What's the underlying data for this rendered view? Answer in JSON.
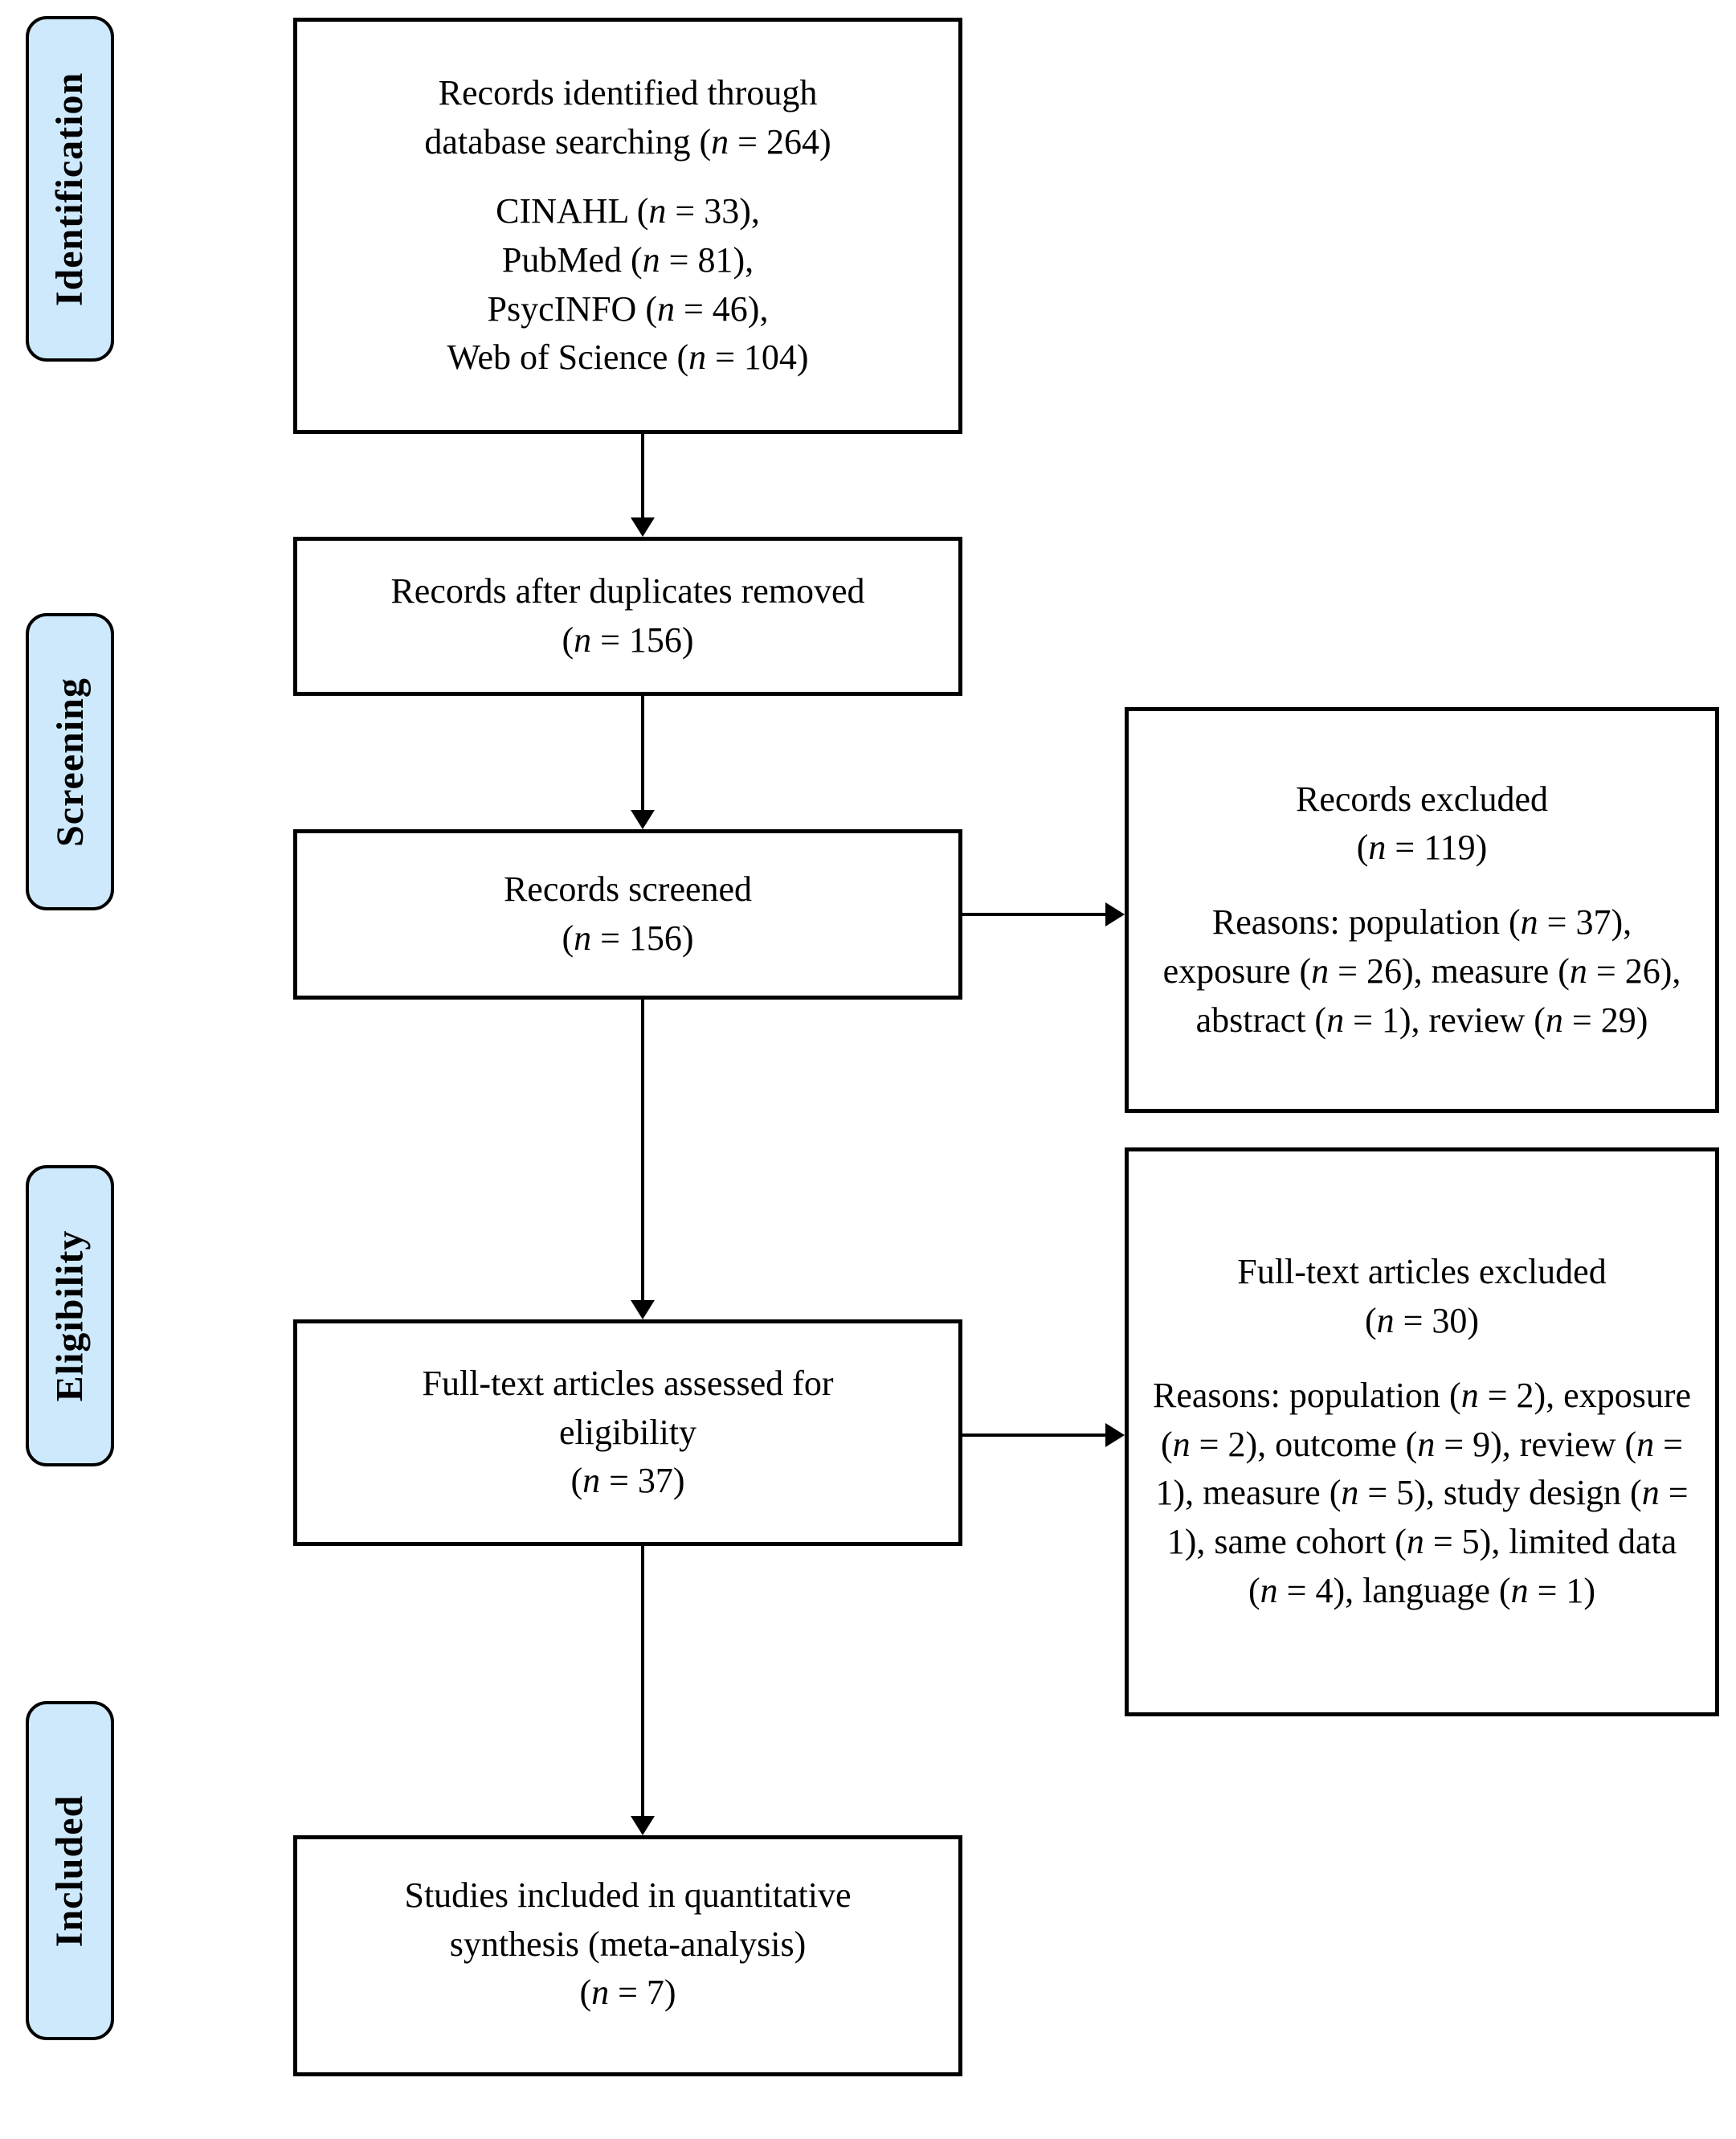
{
  "colors": {
    "stage_fill": "#cde9fb",
    "line_color": "#000000",
    "box_background": "#ffffff"
  },
  "stages": [
    {
      "label": "Identification"
    },
    {
      "label": "Screening"
    },
    {
      "label": "Eligibility"
    },
    {
      "label": "Included"
    }
  ],
  "flow": {
    "identified": {
      "title": [
        [
          "Records identified through"
        ],
        [
          "database searching (",
          {
            "i": "n"
          },
          " = 264)"
        ]
      ],
      "sources": [
        [
          "CINAHL (",
          {
            "i": "n"
          },
          " = 33),"
        ],
        [
          "PubMed (",
          {
            "i": "n"
          },
          " = 81),"
        ],
        [
          "PsycINFO (",
          {
            "i": "n"
          },
          " = 46),"
        ],
        [
          "Web of Science (",
          {
            "i": "n"
          },
          " = 104)"
        ]
      ]
    },
    "deduplicated": {
      "title": [
        [
          "Records after duplicates removed"
        ],
        [
          "(",
          {
            "i": "n"
          },
          " = 156)"
        ]
      ]
    },
    "screened": {
      "title": [
        [
          "Records screened"
        ],
        [
          "(",
          {
            "i": "n"
          },
          " = 156)"
        ]
      ]
    },
    "fulltext": {
      "title": [
        [
          "Full-text articles assessed for"
        ],
        [
          "eligibility"
        ],
        [
          "(",
          {
            "i": "n"
          },
          " = 37)"
        ]
      ]
    },
    "included": {
      "title": [
        [
          "Studies included in quantitative"
        ],
        [
          "synthesis (meta-analysis)"
        ],
        [
          "(",
          {
            "i": "n"
          },
          " = 7)"
        ]
      ]
    }
  },
  "exclusions": {
    "records": {
      "title": [
        [
          "Records excluded"
        ],
        [
          "(",
          {
            "i": "n"
          },
          " = 119)"
        ]
      ],
      "reasons": [
        "Reasons: population (",
        {
          "i": "n"
        },
        " = 37), exposure (",
        {
          "i": "n"
        },
        " = 26), measure (",
        {
          "i": "n"
        },
        " = 26), abstract (",
        {
          "i": "n"
        },
        " = 1), review (",
        {
          "i": "n"
        },
        " = 29)"
      ]
    },
    "fulltext": {
      "title": [
        [
          "Full-text articles excluded"
        ],
        [
          "(",
          {
            "i": "n"
          },
          " = 30)"
        ]
      ],
      "reasons": [
        "Reasons: population (",
        {
          "i": "n"
        },
        " = 2), exposure (",
        {
          "i": "n"
        },
        " = 2), outcome (",
        {
          "i": "n"
        },
        " = 9), review (",
        {
          "i": "n"
        },
        " = 1), measure (",
        {
          "i": "n"
        },
        " = 5), study design (",
        {
          "i": "n"
        },
        " = 1), same cohort (",
        {
          "i": "n"
        },
        " = 5), limited data (",
        {
          "i": "n"
        },
        " = 4), language (",
        {
          "i": "n"
        },
        " = 1)"
      ]
    }
  }
}
